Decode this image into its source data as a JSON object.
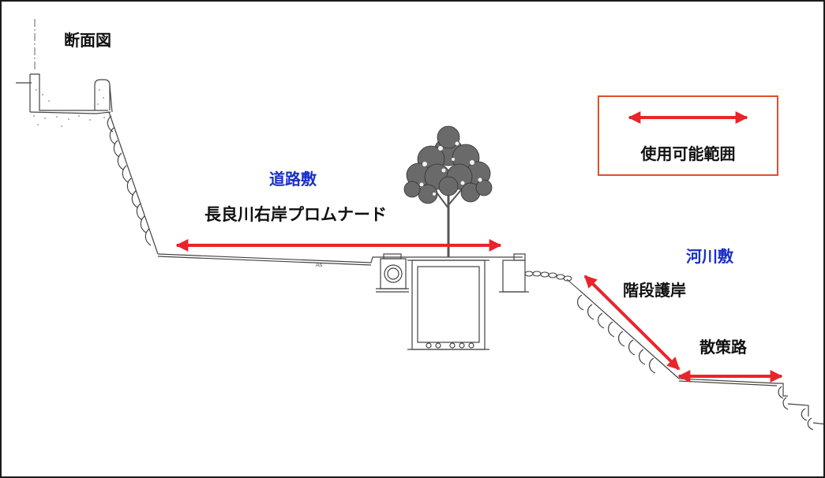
{
  "title": "断面図",
  "legend": {
    "label": "使用可能範囲"
  },
  "labels": {
    "road_area": "道路敷",
    "promenade": "長良川右岸プロムナード",
    "river_area": "河川敷",
    "stepped_bank": "階段護岸",
    "walking_path": "散策路",
    "small_mark": "As"
  },
  "colors": {
    "arrow": "#e8252a",
    "legend_border": "#e0502a",
    "area_label": "#1a2fc8",
    "line": "#444444"
  }
}
